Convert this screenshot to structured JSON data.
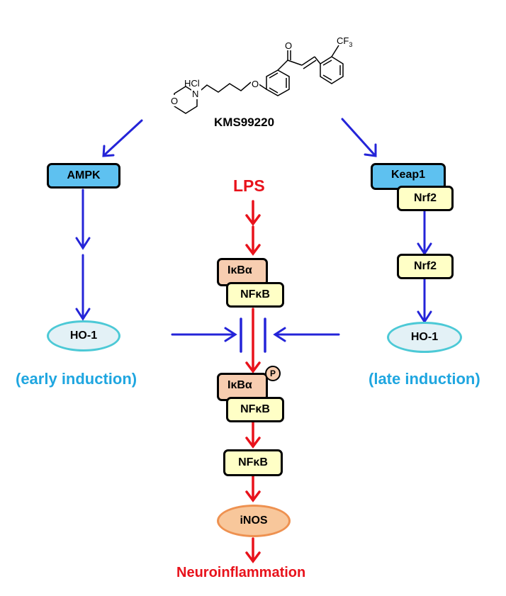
{
  "compound": {
    "name": "KMS99220",
    "hcl": "HCl",
    "n_atom": "N",
    "o_morpholine": "O",
    "o_ether": "O",
    "o_carbonyl": "O",
    "cf3_main": "CF",
    "cf3_sub": "3"
  },
  "left_path": {
    "ampk": "AMPK",
    "ho1": "HO-1",
    "note": "(early induction)"
  },
  "right_path": {
    "keap1": "Keap1",
    "nrf2_bound": "Nrf2",
    "nrf2_free": "Nrf2",
    "ho1": "HO-1",
    "note": "(late induction)"
  },
  "center_path": {
    "lps": "LPS",
    "ikba_1": "IκBα",
    "nfkb_1": "NFκB",
    "ikba_2": "IκBα",
    "phospho": "P",
    "nfkb_2": "NFκB",
    "nfkb_3": "NFκB",
    "inos": "iNOS",
    "outcome": "Neuroinflammation"
  },
  "colors": {
    "inhibitory_arrow": "#2424d8",
    "activating_arrow": "#e8121b",
    "kinase_box": "#5ec1f0",
    "factor_box": "#ffffc6",
    "inhibitor_box": "#f7cdb0",
    "ho1_fill": "#e3f1f6",
    "ho1_border": "#4cc9d6",
    "inos_fill": "#f8c79b",
    "inos_border": "#ee9150",
    "note_text": "#1fa6e0",
    "red_text": "#e8121b"
  }
}
